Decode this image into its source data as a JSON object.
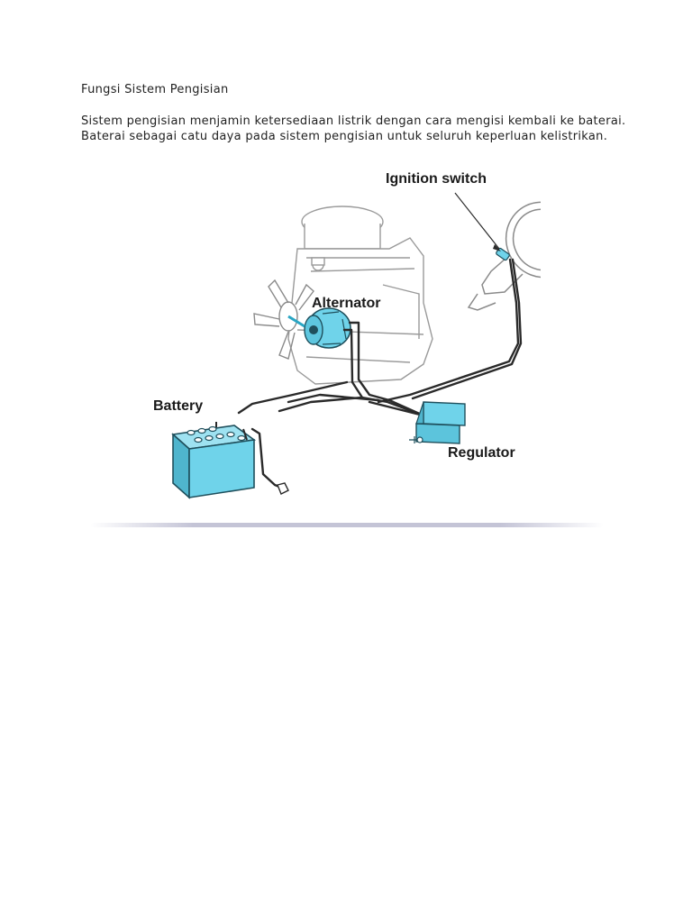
{
  "document": {
    "heading": "Fungsi Sistem Pengisian",
    "paragraph_lines": [
      "Sistem pengisian menjamin ketersediaan listrik dengan cara mengisi kembali ke baterai.",
      "Baterai sebagai catu daya pada sistem pengisian untuk seluruh keperluan kelistrikan."
    ]
  },
  "figure": {
    "labels": {
      "ignition_switch": "Ignition switch",
      "alternator": "Alternator",
      "battery": "Battery",
      "regulator": "Regulator"
    },
    "colors": {
      "component_fill": "#6fd3ea",
      "component_stroke": "#1f4f5c",
      "line_art": "#2a2a2a",
      "outline_art": "#9a9a9a"
    }
  }
}
